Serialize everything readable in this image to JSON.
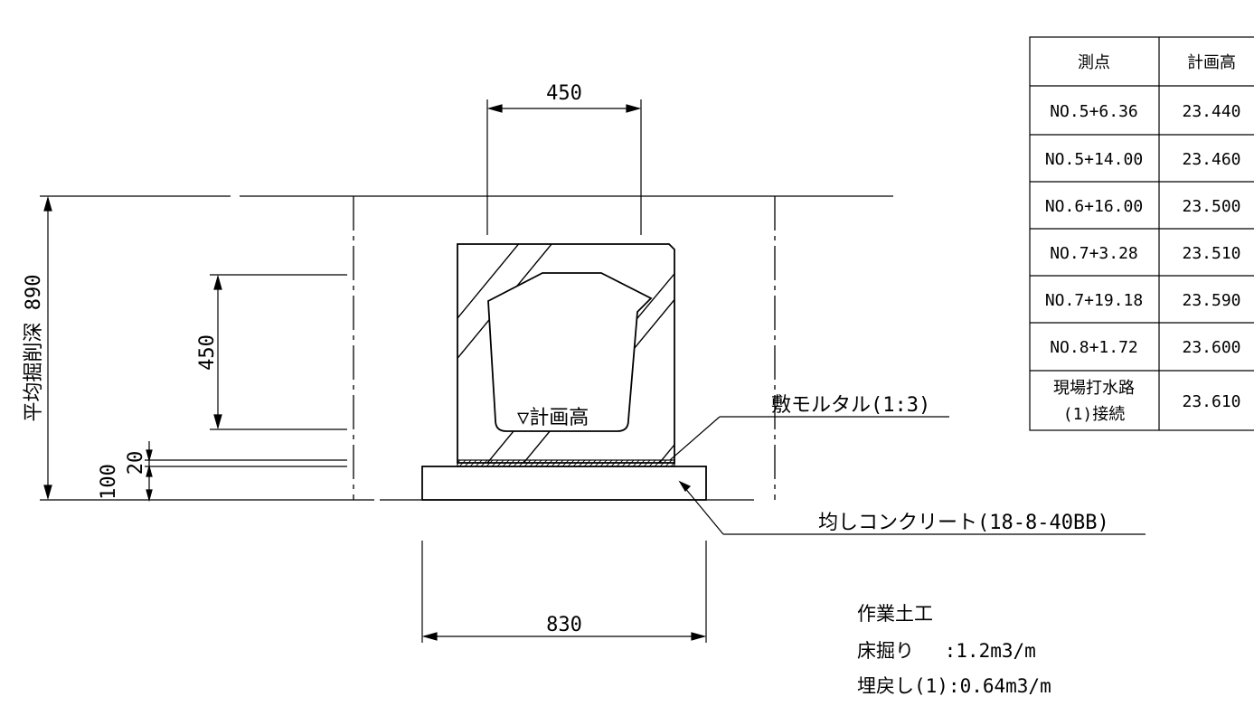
{
  "dimensions": {
    "top_width": "450",
    "inner_height": "450",
    "avg_depth": "平均掘削深 890",
    "mortar_thickness": "20",
    "base_thickness": "100",
    "base_width": "830"
  },
  "labels": {
    "plan_height": "▽計画高",
    "mortar": "敷モルタル(1:3)",
    "base_concrete": "均しコンクリート(18-8-40BB)"
  },
  "table": {
    "headers": [
      "測点",
      "計画高"
    ],
    "rows": [
      {
        "station": "NO.5+6.36",
        "height": "23.440"
      },
      {
        "station": "NO.5+14.00",
        "height": "23.460"
      },
      {
        "station": "NO.6+16.00",
        "height": "23.500"
      },
      {
        "station": "NO.7+3.28",
        "height": "23.510"
      },
      {
        "station": "NO.7+19.18",
        "height": "23.590"
      },
      {
        "station": "NO.8+1.72",
        "height": "23.600"
      },
      {
        "station_line1": "現場打水路",
        "station_line2": "(1)接続",
        "height": "23.610"
      }
    ]
  },
  "notes": {
    "title": "作業土工",
    "line1": "床掘り　 :1.2m3/m",
    "line2": "埋戻し(1):0.64m3/m"
  }
}
